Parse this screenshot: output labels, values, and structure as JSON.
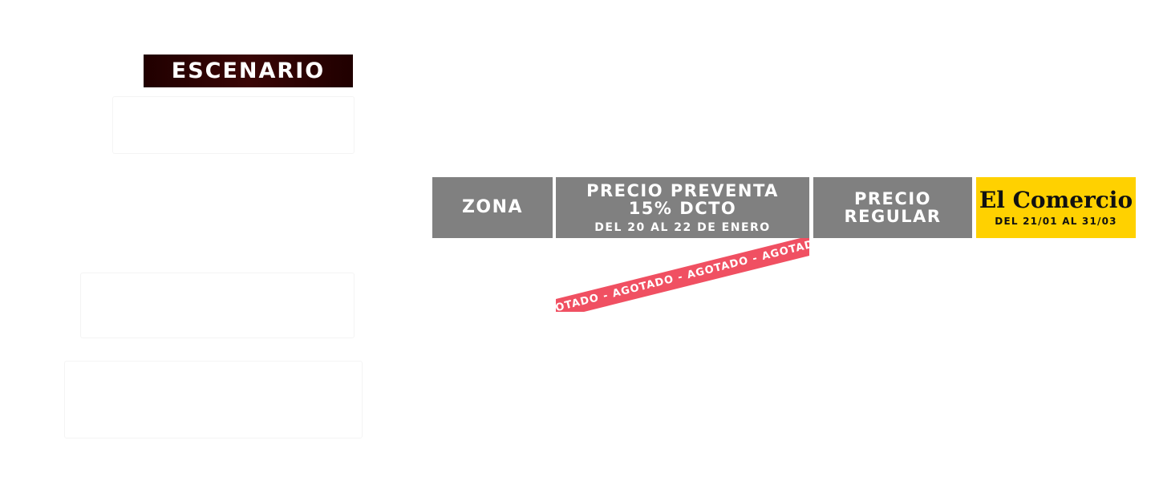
{
  "stage": {
    "label": "ESCENARIO"
  },
  "table_header": {
    "zona": "ZONA",
    "preventa": {
      "line1": "PRECIO PREVENTA",
      "line2": "15% DCTO",
      "dates": "DEL 20 AL 22 DE ENERO"
    },
    "regular": {
      "line1": "PRECIO",
      "line2": "REGULAR"
    },
    "comercio": {
      "brand": "El Comercio",
      "dates": "DEL 21/01 AL 31/03"
    }
  },
  "soldout_ribbon": {
    "text": "- AGOTADO - AGOTADO - AGOTADO - AGOTADO - AGOTADO"
  },
  "colors": {
    "stage_bg": "#2a0505",
    "header_gray": "#808080",
    "comercio_yellow": "#ffd100",
    "soldout_red": "#f05062"
  }
}
